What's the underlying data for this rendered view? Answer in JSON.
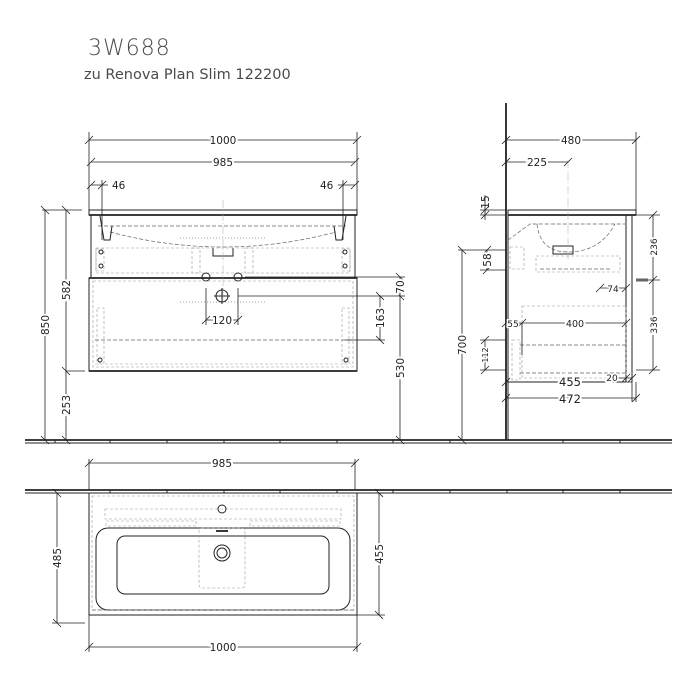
{
  "header": {
    "product_code": "3W688",
    "subtitle": "zu Renova Plan Slim 122200"
  },
  "front_view": {
    "dims": {
      "overall_width": "1000",
      "cabinet_width": "985",
      "left_inset": "46",
      "right_inset": "46",
      "total_height": "850",
      "cabinet_height": "582",
      "floor_clearance": "253",
      "drain_height": "530",
      "drain_offset": "163",
      "tap_offset": "70",
      "drain_spacing": "120"
    }
  },
  "side_view": {
    "dims": {
      "basin_depth": "480",
      "basin_center": "225",
      "top_thickness": "15",
      "upper_drawer_height": "236",
      "lower_drawer_height": "336",
      "siphon_height": "58",
      "siphon_offset": "74",
      "drawer_inner_depth": "400",
      "back_gap": "55",
      "rail_height": "112",
      "front_thickness": "20",
      "cabinet_depth": "455",
      "total_depth": "472",
      "wall_height": "700"
    }
  },
  "top_view": {
    "dims": {
      "cabinet_width": "985",
      "overall_width": "1000",
      "overall_depth": "485",
      "cabinet_depth": "455"
    }
  }
}
